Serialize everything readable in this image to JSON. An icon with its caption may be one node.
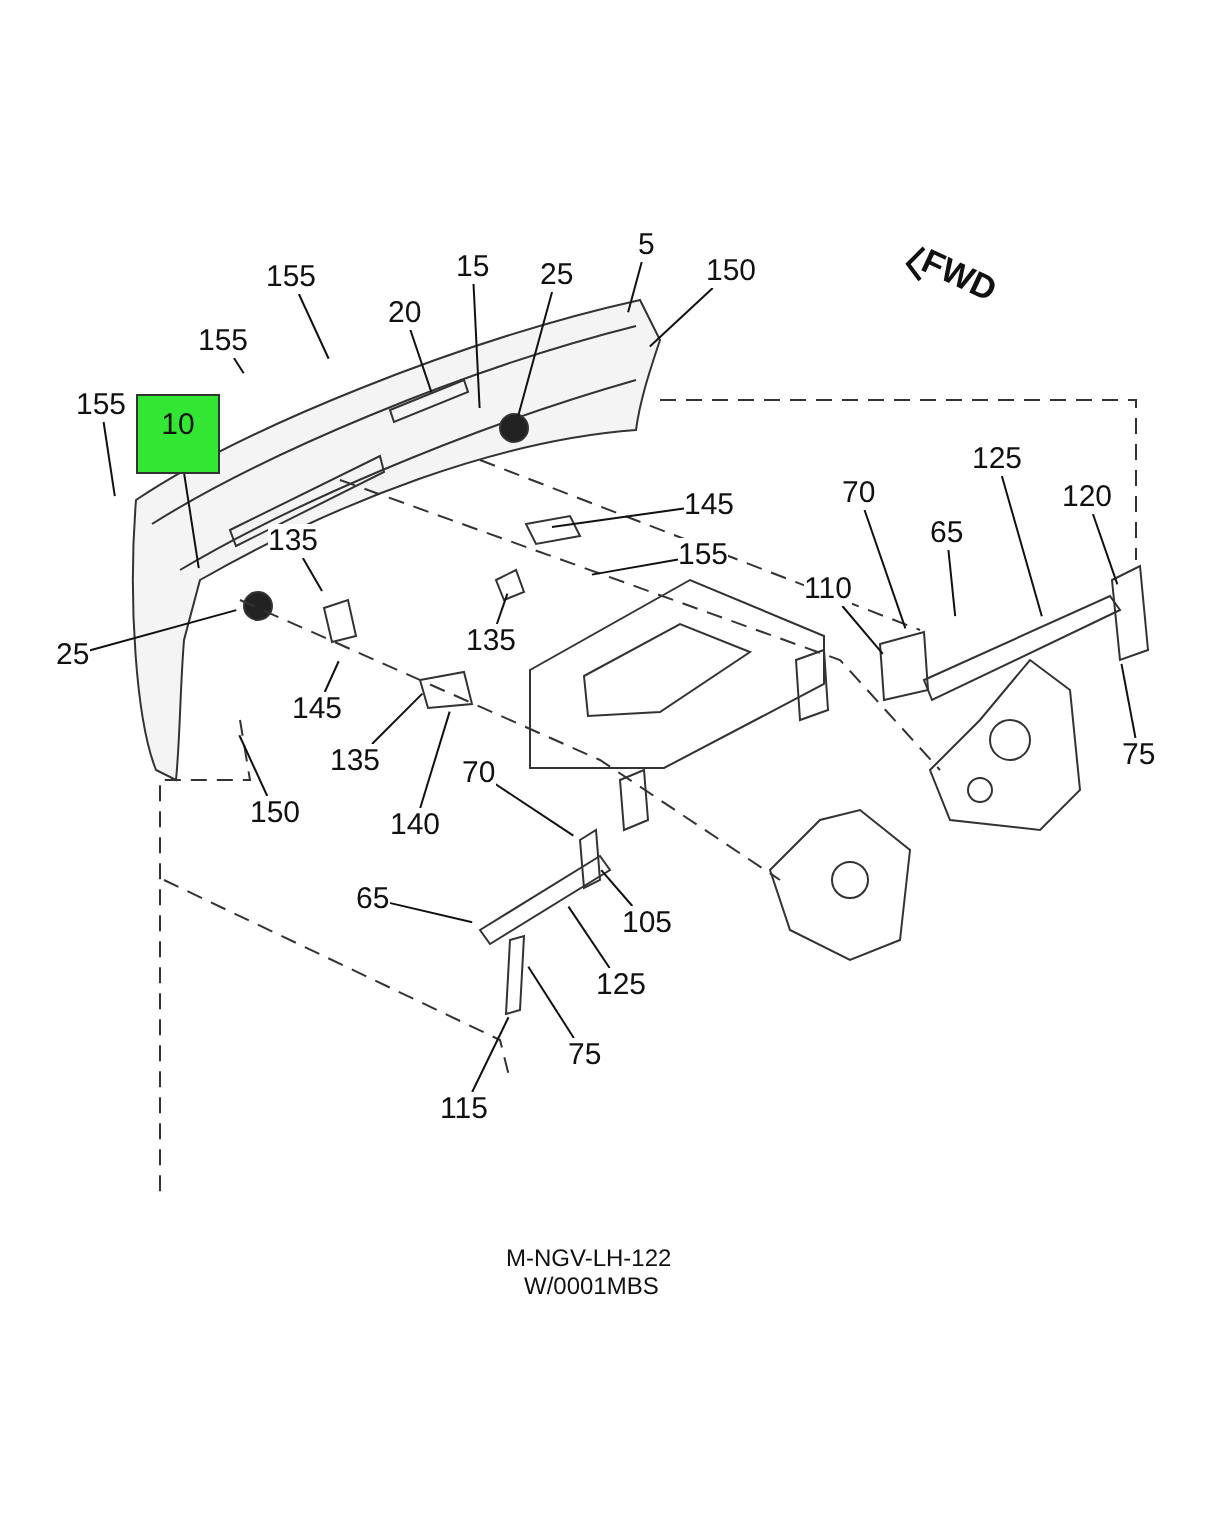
{
  "diagram": {
    "nodes": [
      {
        "text": [
          "155"
        ]
      },
      {
        "text": [
          "155"
        ]
      },
      {
        "text": [
          "155"
        ]
      },
      {
        "text": [
          "10"
        ]
      },
      {
        "text": [
          "20"
        ]
      },
      {
        "text": [
          "15"
        ]
      },
      {
        "text": [
          "25"
        ]
      },
      {
        "text": [
          "5"
        ]
      },
      {
        "text": [
          "150"
        ]
      },
      {
        "text": [
          "145"
        ]
      },
      {
        "text": [
          "155"
        ]
      },
      {
        "text": [
          "70"
        ]
      },
      {
        "text": [
          "65"
        ]
      },
      {
        "text": [
          "125"
        ]
      },
      {
        "text": [
          "120"
        ]
      },
      {
        "text": [
          "110"
        ]
      },
      {
        "text": [
          "75"
        ]
      },
      {
        "text": [
          "135"
        ]
      },
      {
        "text": [
          "25"
        ]
      },
      {
        "text": [
          "145"
        ]
      },
      {
        "text": [
          "135"
        ]
      },
      {
        "text": [
          "135"
        ]
      },
      {
        "text": [
          "140"
        ]
      },
      {
        "text": [
          "150"
        ]
      },
      {
        "text": [
          "70"
        ]
      },
      {
        "text": [
          "65"
        ]
      },
      {
        "text": [
          "105"
        ]
      },
      {
        "text": [
          "125"
        ]
      },
      {
        "text": [
          "75"
        ]
      },
      {
        "text": [
          "115"
        ]
      }
    ],
    "edges": [
      {
        "from": 0,
        "to": null,
        "arrow": "none"
      },
      {
        "from": 1,
        "to": null,
        "arrow": "none"
      },
      {
        "from": 2,
        "to": null,
        "arrow": "none"
      },
      {
        "from": 3,
        "to": null,
        "arrow": "none"
      },
      {
        "from": 4,
        "to": null,
        "arrow": "none"
      },
      {
        "from": 5,
        "to": null,
        "arrow": "none"
      },
      {
        "from": 6,
        "to": null,
        "arrow": "none"
      },
      {
        "from": 7,
        "to": null,
        "arrow": "none"
      },
      {
        "from": 8,
        "to": null,
        "arrow": "none"
      },
      {
        "from": 9,
        "to": null,
        "arrow": "none"
      },
      {
        "from": 10,
        "to": null,
        "arrow": "none"
      },
      {
        "from": 11,
        "to": null,
        "arrow": "none"
      },
      {
        "from": 12,
        "to": null,
        "arrow": "none"
      },
      {
        "from": 13,
        "to": null,
        "arrow": "none"
      },
      {
        "from": 14,
        "to": null,
        "arrow": "none"
      },
      {
        "from": 15,
        "to": null,
        "arrow": "none"
      },
      {
        "from": 16,
        "to": null,
        "arrow": "none"
      },
      {
        "from": 17,
        "to": null,
        "arrow": "none"
      },
      {
        "from": 18,
        "to": null,
        "arrow": "none"
      },
      {
        "from": 19,
        "to": null,
        "arrow": "none"
      },
      {
        "from": 20,
        "to": null,
        "arrow": "none"
      },
      {
        "from": 21,
        "to": null,
        "arrow": "none"
      },
      {
        "from": 22,
        "to": null,
        "arrow": "none"
      },
      {
        "from": 23,
        "to": null,
        "arrow": "none"
      },
      {
        "from": 24,
        "to": null,
        "arrow": "none"
      },
      {
        "from": 25,
        "to": null,
        "arrow": "none"
      },
      {
        "from": 26,
        "to": null,
        "arrow": "none"
      },
      {
        "from": 27,
        "to": null,
        "arrow": "none"
      },
      {
        "from": 28,
        "to": null,
        "arrow": "none"
      },
      {
        "from": 29,
        "to": null,
        "arrow": "none"
      }
    ],
    "labels": [
      "FWD",
      "M-NGV-LH-122",
      "W/0001MBS"
    ]
  }
}
